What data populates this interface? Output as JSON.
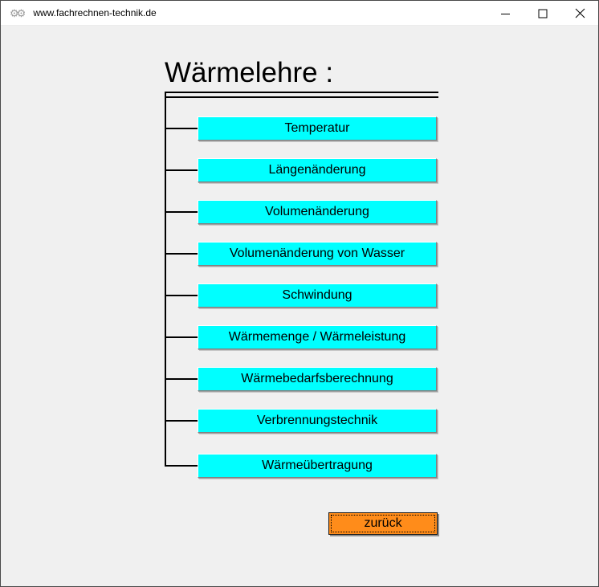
{
  "window": {
    "title": "www.fachrechnen-technik.de",
    "icon": "two-gears",
    "icon_glyph": "⚙⚙",
    "controls": {
      "minimize": "minimize",
      "maximize": "maximize",
      "close": "close"
    }
  },
  "page": {
    "heading": "Wärmelehre :"
  },
  "menu": {
    "button_color": "#00FFFF",
    "text_color": "#000000",
    "items": [
      {
        "label": "Temperatur"
      },
      {
        "label": "Längenänderung"
      },
      {
        "label": "Volumenänderung"
      },
      {
        "label": "Volumenänderung von Wasser"
      },
      {
        "label": "Schwindung"
      },
      {
        "label": "Wärmemenge / Wärmeleistung"
      },
      {
        "label": "Wärmebedarfsberechnung"
      },
      {
        "label": "Verbrennungstechnik"
      },
      {
        "label": "Wärmeübertragung"
      }
    ]
  },
  "footer": {
    "back_label": "zurück",
    "back_color": "#FF8C1A"
  }
}
